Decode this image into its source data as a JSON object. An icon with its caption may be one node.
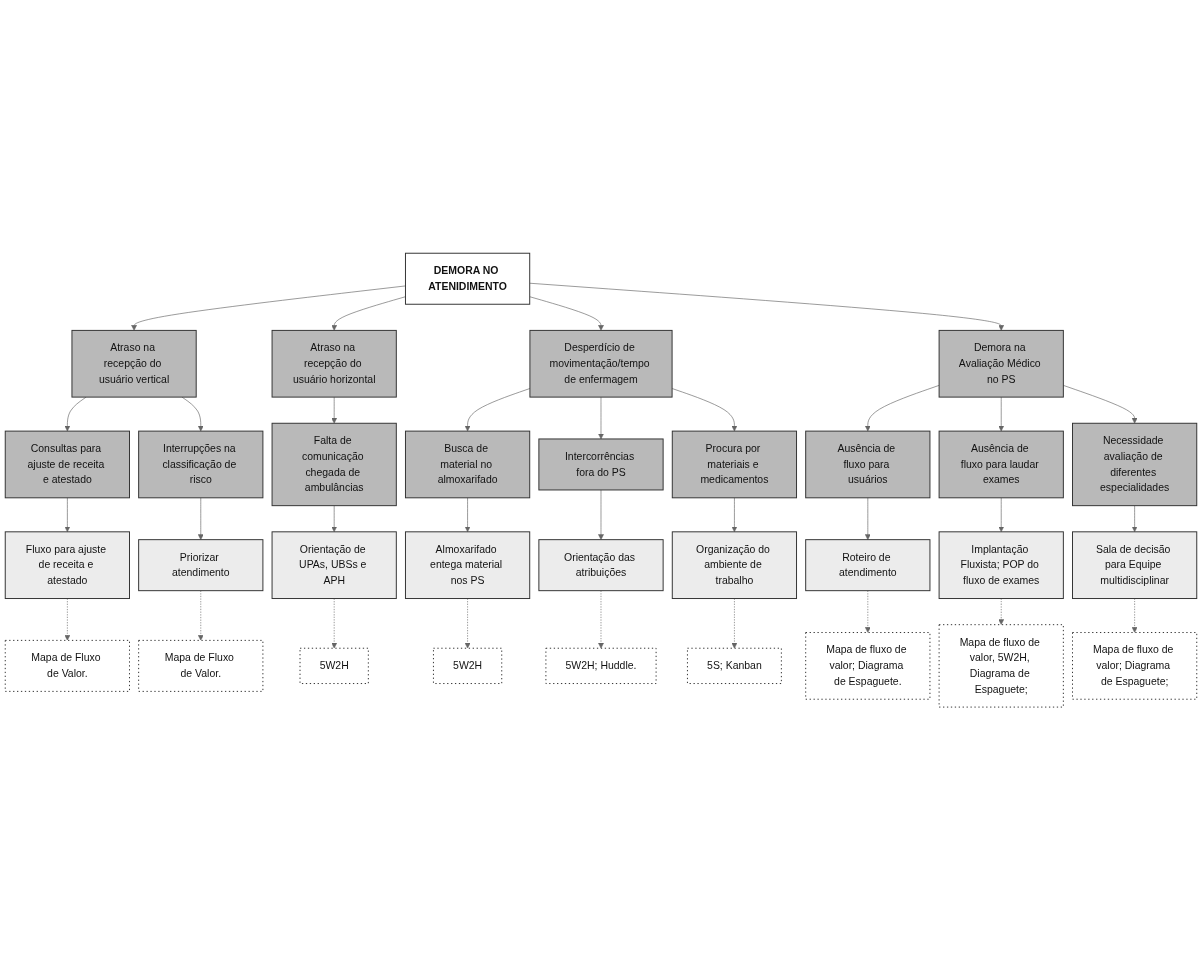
{
  "diagram": {
    "nodes": [
      {
        "text": [
          "DEMORA NO ATENIDIMENTO"
        ]
      },
      {
        "text": [
          "Atraso na recepção do usuário vertical"
        ]
      },
      {
        "text": [
          "Atraso na recepção do usuário horizontal"
        ]
      },
      {
        "text": [
          "Desperdício de movimentação/tempo de enfermagem"
        ]
      },
      {
        "text": [
          "Demora na Avaliação Médico no PS"
        ]
      },
      {
        "text": [
          "Consultas para ajuste de receita e atestado"
        ]
      },
      {
        "text": [
          "Interrupções na classificação de risco"
        ]
      },
      {
        "text": [
          "Falta de comunicação chegada de ambulâncias"
        ]
      },
      {
        "text": [
          "Busca de material no almoxarifado"
        ]
      },
      {
        "text": [
          "Intercorrências fora do PS"
        ]
      },
      {
        "text": [
          "Procura por materiais e medicamentos"
        ]
      },
      {
        "text": [
          "Ausência de fluxo para usuários"
        ]
      },
      {
        "text": [
          "Ausência de fluxo para laudar exames"
        ]
      },
      {
        "text": [
          "Necessidade avaliação de diferentes especialidades"
        ]
      },
      {
        "text": [
          "Fluxo para ajuste de receita e atestado"
        ]
      },
      {
        "text": [
          "Priorizar atendimento"
        ]
      },
      {
        "text": [
          "Orientação de UPAs, UBSs e APH"
        ]
      },
      {
        "text": [
          "Almoxarifado entega material nos PS"
        ]
      },
      {
        "text": [
          "Orientação das atribuições"
        ]
      },
      {
        "text": [
          "Organização do ambiente de trabalho"
        ]
      },
      {
        "text": [
          "Roteiro de atendimento"
        ]
      },
      {
        "text": [
          "Implantação Fluxista; POP do fluxo de exames"
        ]
      },
      {
        "text": [
          "Sala de decisão para Equipe multidisciplinar"
        ]
      },
      {
        "text": [
          "Mapa de Fluxo de Valor."
        ]
      },
      {
        "text": [
          "Mapa de Fluxo de Valor."
        ]
      },
      {
        "text": [
          "5W2H"
        ]
      },
      {
        "text": [
          "5W2H"
        ]
      },
      {
        "text": [
          "5W2H; Huddle."
        ]
      },
      {
        "text": [
          "5S; Kanban"
        ]
      },
      {
        "text": [
          "Mapa de fluxo de valor; Diagrama de Espaguete."
        ]
      },
      {
        "text": [
          "Mapa de fluxo de valor, 5W2H, Diagrama de Espaguete;"
        ]
      },
      {
        "text": [
          "Mapa de fluxo de valor; Diagrama de Espaguete;"
        ]
      }
    ],
    "edges": [
      {
        "from": 0,
        "to": 1,
        "arrow": "to"
      },
      {
        "from": 0,
        "to": 2,
        "arrow": "to"
      },
      {
        "from": 0,
        "to": 3,
        "arrow": "to"
      },
      {
        "from": 0,
        "to": 4,
        "arrow": "to"
      },
      {
        "from": 1,
        "to": 5,
        "arrow": "to"
      },
      {
        "from": 1,
        "to": 6,
        "arrow": "to"
      },
      {
        "from": 2,
        "to": 7,
        "arrow": "to"
      },
      {
        "from": 3,
        "to": 8,
        "arrow": "to"
      },
      {
        "from": 3,
        "to": 9,
        "arrow": "to"
      },
      {
        "from": 3,
        "to": 10,
        "arrow": "to"
      },
      {
        "from": 4,
        "to": 11,
        "arrow": "to"
      },
      {
        "from": 4,
        "to": 12,
        "arrow": "to"
      },
      {
        "from": 4,
        "to": 13,
        "arrow": "to"
      },
      {
        "from": 5,
        "to": 14,
        "arrow": "to"
      },
      {
        "from": 6,
        "to": 15,
        "arrow": "to"
      },
      {
        "from": 7,
        "to": 16,
        "arrow": "to"
      },
      {
        "from": 8,
        "to": 17,
        "arrow": "to"
      },
      {
        "from": 9,
        "to": 18,
        "arrow": "to"
      },
      {
        "from": 10,
        "to": 19,
        "arrow": "to"
      },
      {
        "from": 11,
        "to": 20,
        "arrow": "to"
      },
      {
        "from": 12,
        "to": 21,
        "arrow": "to"
      },
      {
        "from": 13,
        "to": 22,
        "arrow": "to"
      },
      {
        "from": 14,
        "to": 23,
        "arrow": "to",
        "style": "dashed"
      },
      {
        "from": 15,
        "to": 24,
        "arrow": "to",
        "style": "dashed"
      },
      {
        "from": 16,
        "to": 25,
        "arrow": "to",
        "style": "dashed"
      },
      {
        "from": 17,
        "to": 26,
        "arrow": "to",
        "style": "dashed"
      },
      {
        "from": 18,
        "to": 27,
        "arrow": "to",
        "style": "dashed"
      },
      {
        "from": 19,
        "to": 28,
        "arrow": "to",
        "style": "dashed"
      },
      {
        "from": 20,
        "to": 29,
        "arrow": "to",
        "style": "dashed"
      },
      {
        "from": 21,
        "to": 30,
        "arrow": "to",
        "style": "dashed"
      },
      {
        "from": 22,
        "to": 31,
        "arrow": "to",
        "style": "dashed"
      }
    ]
  }
}
